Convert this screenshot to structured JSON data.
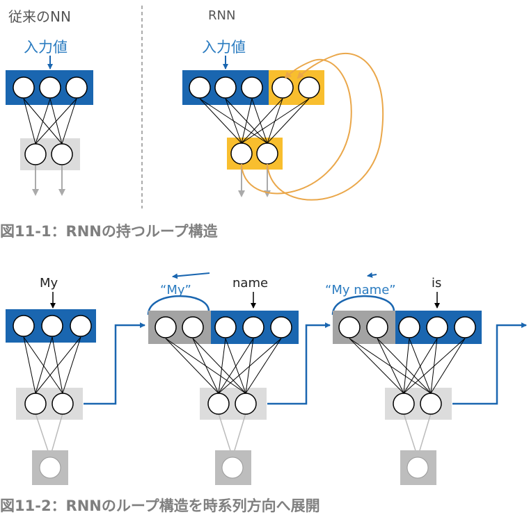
{
  "figure1": {
    "left_title": "従来のNN",
    "right_title": "RNN",
    "left_input_label": "入力値",
    "right_input_label": "入力値",
    "caption": "図11-1：RNNの持つループ構造"
  },
  "figure2": {
    "step1_input": "My",
    "step2_input": "name",
    "step3_input": "is",
    "step2_memory": "“My”",
    "step3_memory": "“My name”",
    "caption": "図11-2：RNNのループ構造を時系列方向へ展開"
  },
  "colors": {
    "blue": "#1a66b0",
    "orange": "#f8be2e",
    "loop_orange": "#eaa74a",
    "gray_box": "#dcdcdc",
    "dark_gray_box": "#a3a3a3",
    "output_box": "#bdbdbd",
    "label_blue": "#2a7bc0",
    "caption_gray": "#7f7f7f"
  }
}
